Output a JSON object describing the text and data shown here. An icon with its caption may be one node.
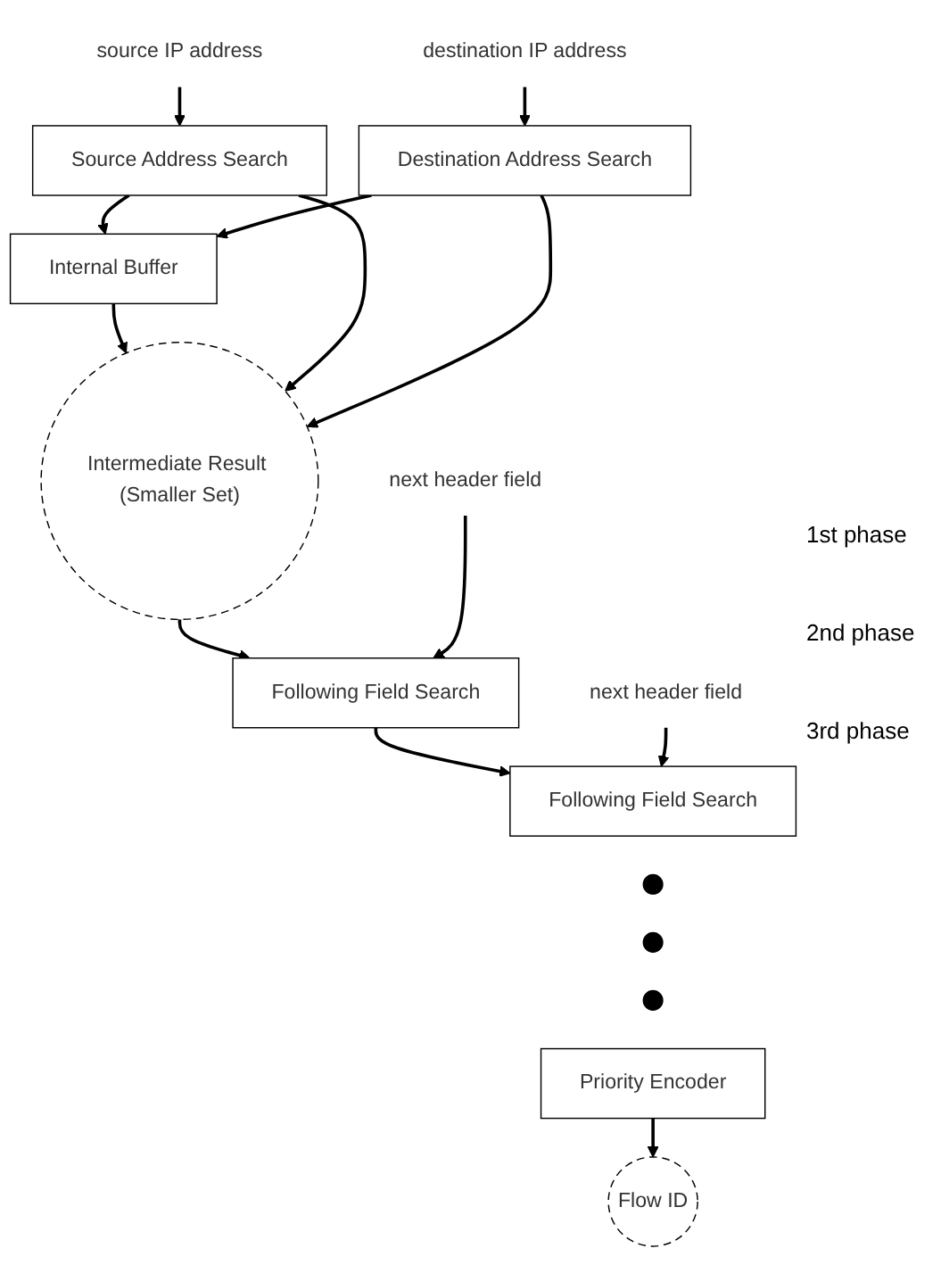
{
  "diagram": {
    "nodes": [
      {
        "text": [
          "source IP address"
        ]
      },
      {
        "text": [
          "destination IP address"
        ]
      },
      {
        "text": [
          "Source Address Search"
        ]
      },
      {
        "text": [
          "Internal Buffer"
        ]
      },
      {
        "text": [
          "Destination Address Search"
        ]
      },
      {
        "text": [
          "Intermediate Result (Smaller Set)"
        ]
      },
      {
        "text": [
          "next header field"
        ]
      },
      {
        "text": [
          "Following Field Search"
        ]
      },
      {
        "text": [
          "next header field"
        ]
      },
      {
        "text": [
          "Following Field Search"
        ]
      },
      {
        "text": [],
        "shape": "circle"
      },
      {
        "text": [],
        "shape": "circle"
      },
      {
        "text": [],
        "shape": "circle"
      },
      {
        "text": [
          "Priority Encoder"
        ]
      },
      {
        "text": [
          "Flow ID"
        ]
      }
    ],
    "edges": [
      {
        "from": 0,
        "to": 2,
        "arrow": "to"
      },
      {
        "from": 1,
        "to": 4,
        "arrow": "to"
      },
      {
        "from": 2,
        "to": 3,
        "arrow": "to"
      },
      {
        "from": 4,
        "to": 3,
        "arrow": "to"
      },
      {
        "from": 3,
        "to": 5,
        "arrow": "to"
      },
      {
        "from": 2,
        "to": 5,
        "arrow": "to"
      },
      {
        "from": 4,
        "to": 5,
        "arrow": "to"
      },
      {
        "from": 5,
        "to": 7,
        "arrow": "to"
      },
      {
        "from": 6,
        "to": 7,
        "arrow": "to"
      },
      {
        "from": 7,
        "to": 9,
        "arrow": "to"
      },
      {
        "from": 8,
        "to": 9,
        "arrow": "to"
      },
      {
        "from": 13,
        "to": 14,
        "arrow": "to"
      }
    ],
    "labels": [
      "1st phase",
      "2nd phase",
      "3rd phase"
    ]
  }
}
